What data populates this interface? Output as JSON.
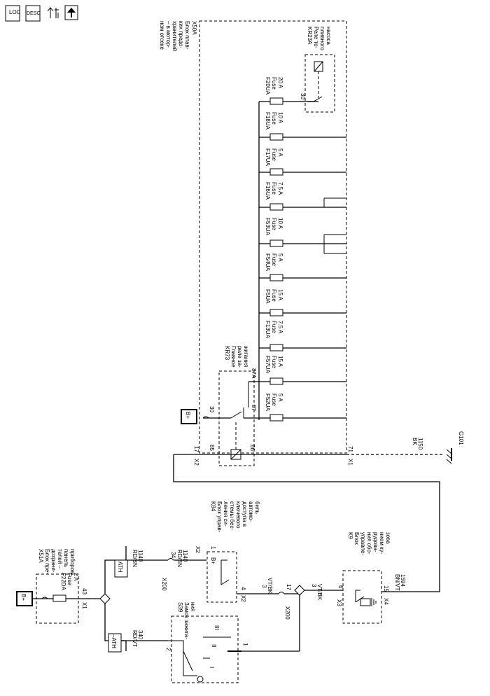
{
  "nav_icons": [
    {
      "name": "location-icon",
      "label": "LOC"
    },
    {
      "name": "description-icon",
      "label": "DESC"
    },
    {
      "name": "repair-icon",
      "label": ""
    },
    {
      "name": "up-arrow-icon",
      "label": ""
    }
  ],
  "labels": {
    "x50a_id": "X50A",
    "x50a_desc": [
      "Блок плав-",
      "ких предо-",
      "хранителей",
      "– в мотор-",
      "ном отсеке"
    ],
    "kr23a_id": "KR23A",
    "kr23a_desc": [
      "Реле то-",
      "пливного",
      "насоса"
    ],
    "kr73_id": "KR73",
    "kr73_desc": [
      "Главное",
      "реле за-",
      "жигания"
    ],
    "x51a_id": "X51A",
    "x51a_desc": [
      "Блок пре-",
      "дохрани-",
      "телей –",
      "панель",
      "приборов"
    ],
    "k84_id": "K84",
    "k84_desc": [
      "Блок управ-",
      "ления си-",
      "стемы бес-",
      "ключевого",
      "доступа в",
      "автомо-",
      "биль"
    ],
    "k9_id": "K9",
    "k9_desc": [
      "Блок",
      "управле-",
      "ния обо-",
      "рудова-",
      "нием ку-",
      "зова"
    ],
    "s39_id": "S39",
    "s39_desc": [
      "Замок зажига-",
      "ния"
    ],
    "bplus": "B+",
    "ath": "ATH",
    "neg_ath": "–ATH",
    "g101": "G101"
  },
  "fuses": [
    {
      "id": "F20UA",
      "type": "Fuse",
      "rating": "20 A"
    },
    {
      "id": "F18UA",
      "type": "Fuse",
      "rating": "10 A"
    },
    {
      "id": "F17UA",
      "type": "Fuse",
      "rating": "5 A"
    },
    {
      "id": "F16UA",
      "type": "Fuse",
      "rating": "7.5 A"
    },
    {
      "id": "F53UA",
      "type": "Fuse",
      "rating": "10 A"
    },
    {
      "id": "F54UA",
      "type": "Fuse",
      "rating": "5 A"
    },
    {
      "id": "F5UA",
      "type": "Fuse",
      "rating": "15 A"
    },
    {
      "id": "F13UA",
      "type": "Fuse",
      "rating": "7.5 A"
    },
    {
      "id": "F57UA",
      "type": "Fuse",
      "rating": "15 A"
    },
    {
      "id": "F52UA",
      "type": "Fuse",
      "rating": "5 A"
    },
    {
      "id": "F22DA",
      "type": "Fuse",
      "rating": "2 A"
    }
  ],
  "wires": [
    {
      "circuit": "1150",
      "color": "BK"
    },
    {
      "circuit": "1140",
      "color": "RD/BN"
    },
    {
      "circuit": "1140",
      "color": "RD/BN"
    },
    {
      "circuit": "340",
      "color": "RD/VT"
    },
    {
      "circuit": "1594",
      "color": "BN/VT"
    },
    {
      "circuit": "",
      "color": "VT/BK"
    },
    {
      "circuit": "",
      "color": "VT/BK"
    }
  ],
  "connectors": [
    "X2",
    "X1",
    "X200",
    "X200",
    "X2",
    "X2",
    "X1",
    "X3",
    "X4"
  ],
  "pins": [
    "17",
    "71",
    "85",
    "86",
    "87",
    "87A",
    "30",
    "87",
    "43",
    "34",
    "1",
    "4",
    "3",
    "17",
    "3",
    "6",
    "15",
    "2",
    "1"
  ],
  "switch_positions": [
    "III",
    "II",
    "I"
  ]
}
